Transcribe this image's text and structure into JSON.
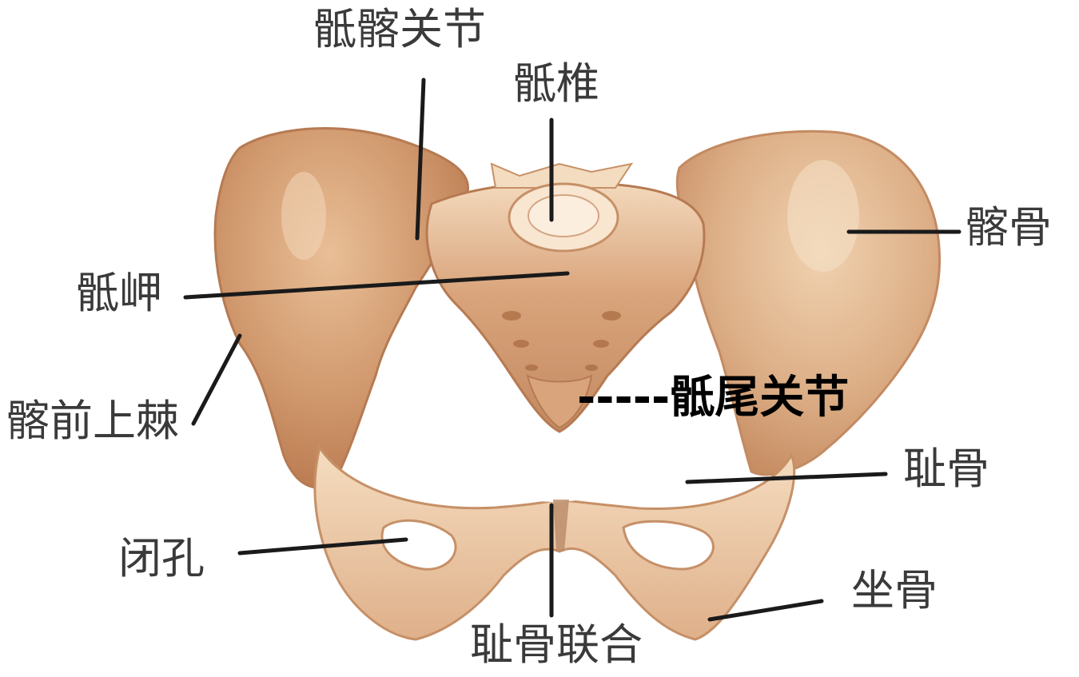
{
  "labels": {
    "sacroiliac_joint": "骶髂关节",
    "sacral_vertebra": "骶椎",
    "ilium": "髂骨",
    "sacral_promontory": "骶岬",
    "asis": "髂前上棘",
    "sacrococcygeal_joint": "-----骶尾关节",
    "pubis": "耻骨",
    "obturator_foramen": "闭孔",
    "ischium": "坐骨",
    "pubic_symphysis": "耻骨联合"
  },
  "colors": {
    "bone_light": "#f2d7b6",
    "bone_mid": "#e0b288",
    "bone_dark": "#b8774d",
    "leader": "#1a1a1a",
    "label": "#3a3a3a"
  }
}
